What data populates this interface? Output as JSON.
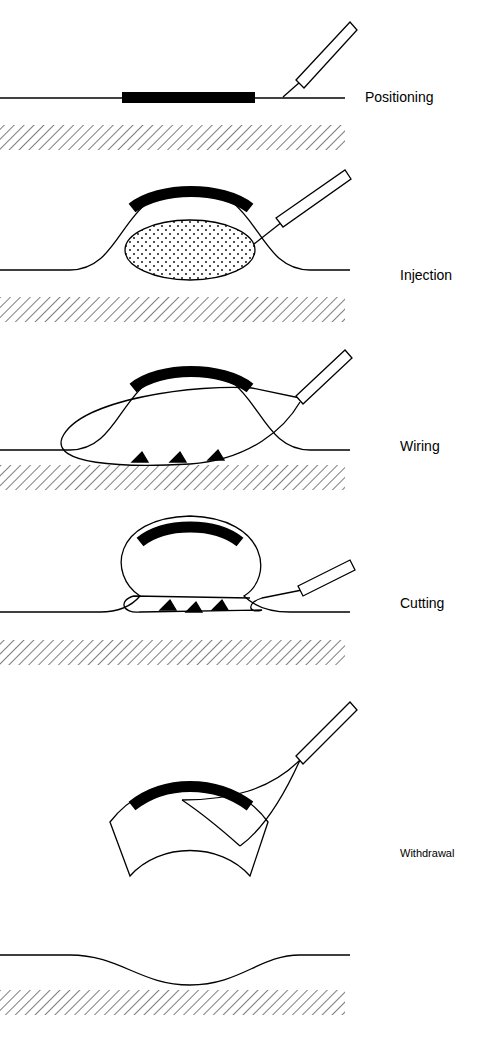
{
  "diagram": {
    "labels": [
      "Positioning",
      "Injection",
      "Wiring",
      "Cutting",
      "Withdrawal"
    ]
  }
}
